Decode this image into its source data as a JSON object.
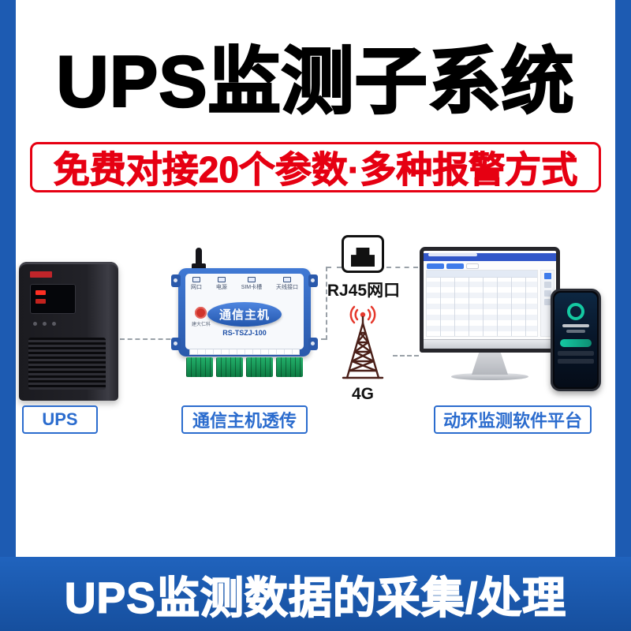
{
  "colors": {
    "brand_blue": "#1d5bb2",
    "label_blue": "#2b6cce",
    "alert_red": "#e60012",
    "device_blue": "#2a59ab",
    "terminal_green": "#0d7a42"
  },
  "header": {
    "title": "UPS监测子系统",
    "subtitle": "免费对接20个参数·多种报警方式"
  },
  "diagram": {
    "nodes": {
      "ups": {
        "label": "UPS"
      },
      "host": {
        "label": "通信主机透传",
        "device_name": "通信主机",
        "device_model": "RS-TSZJ-100",
        "brand": "建大仁科",
        "ports": [
          "网口",
          "电源",
          "SIM卡槽",
          "天线接口"
        ]
      },
      "rj45": {
        "label": "RJ45网口"
      },
      "cellular": {
        "label": "4G"
      },
      "platform": {
        "label": "动环监测软件平台"
      }
    }
  },
  "footer": {
    "text": "UPS监测数据的采集/处理"
  }
}
